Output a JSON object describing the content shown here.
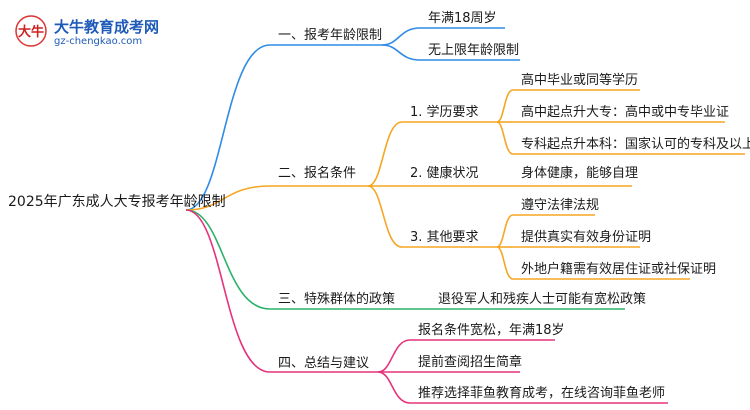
{
  "logo": {
    "title": "大牛教育成考网",
    "url": "gz-chengkao.com",
    "mark_text": "大牛"
  },
  "root": "2025年广东成人大专报考年龄限制",
  "branches": [
    {
      "label": "一、报考年龄限制",
      "color": "#2f8be6",
      "children": [
        {
          "label": "年满18周岁"
        },
        {
          "label": "无上限年龄限制"
        }
      ]
    },
    {
      "label": "二、报名条件",
      "color": "#f5a623",
      "children": [
        {
          "label": "1. 学历要求",
          "children": [
            {
              "label": "高中毕业或同等学历"
            },
            {
              "label": "高中起点升大专：高中或中专毕业证"
            },
            {
              "label": "专科起点升本科：国家认可的专科及以上学历"
            }
          ]
        },
        {
          "label": "2. 健康状况",
          "children": [
            {
              "label": "身体健康，能够自理"
            }
          ]
        },
        {
          "label": "3. 其他要求",
          "children": [
            {
              "label": "遵守法律法规"
            },
            {
              "label": "提供真实有效身份证明"
            },
            {
              "label": "外地户籍需有效居住证或社保证明"
            }
          ]
        }
      ]
    },
    {
      "label": "三、特殊群体的政策",
      "color": "#2db36b",
      "children": [
        {
          "label": "退役军人和残疾人士可能有宽松政策"
        }
      ]
    },
    {
      "label": "四、总结与建议",
      "color": "#e6337a",
      "children": [
        {
          "label": "报名条件宽松，年满18岁"
        },
        {
          "label": "提前查阅招生简章"
        },
        {
          "label": "推荐选择菲鱼教育成考，在线咨询菲鱼老师"
        }
      ]
    }
  ]
}
